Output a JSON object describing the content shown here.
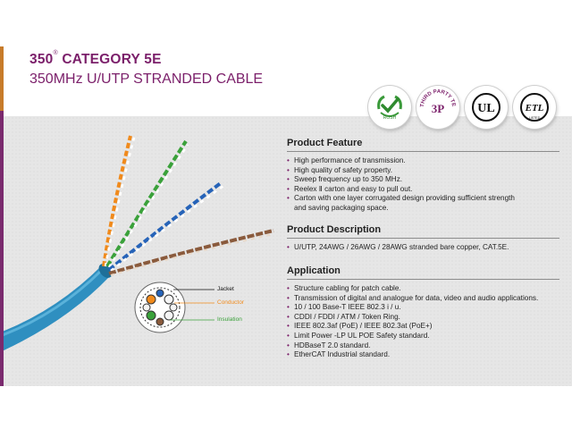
{
  "header": {
    "title_num": "350",
    "title_reg": "®",
    "title_rest": " CATEGORY 5E",
    "subtitle": "350MHz U/UTP STRANDED CABLE"
  },
  "badges": {
    "rohs_label": "ROSH",
    "tp_center": "3P",
    "tp_ring": "THIRD PARTY TESTING",
    "ul_mark": "UL",
    "etl_mark": "ETL",
    "etl_sub": "LISTED"
  },
  "diagram": {
    "jacket": "Jacket",
    "conductor": "Conductor",
    "insulation": "Insulation"
  },
  "feature": {
    "title": "Product Feature",
    "items": [
      "High performance of transmission.",
      "High quality of safety property.",
      "Sweep frequency up to 350 MHz.",
      "Reelex Ⅱ carton and easy to pull out.",
      "Carton with one layer corrugated design providing sufficient strength"
    ],
    "cont": "and saving packaging space."
  },
  "description": {
    "title": "Product Description",
    "items": [
      "U/UTP, 24AWG / 26AWG / 28AWG stranded bare copper, CAT.5E."
    ]
  },
  "application": {
    "title": "Application",
    "items": [
      "Structure cabling for patch cable.",
      "Transmission of digital and analogue for data, video and audio applications.",
      "10 / 100  Base-T IEEE 802.3 i / u.",
      "CDDI / FDDI / ATM / Token Ring.",
      "IEEE 802.3af (PoE) / IEEE 802.3at (PoE+)",
      "Limit Power -LP UL POE Safety standard.",
      "HDBaseT 2.0 standard.",
      "EtherCAT Industrial standard."
    ]
  },
  "colors": {
    "brand_purple": "#7b1f6a",
    "jacket_blue": "#2f8fc0",
    "conductor_orange": "#f08a1c",
    "insulation_green": "#3aa13a"
  }
}
